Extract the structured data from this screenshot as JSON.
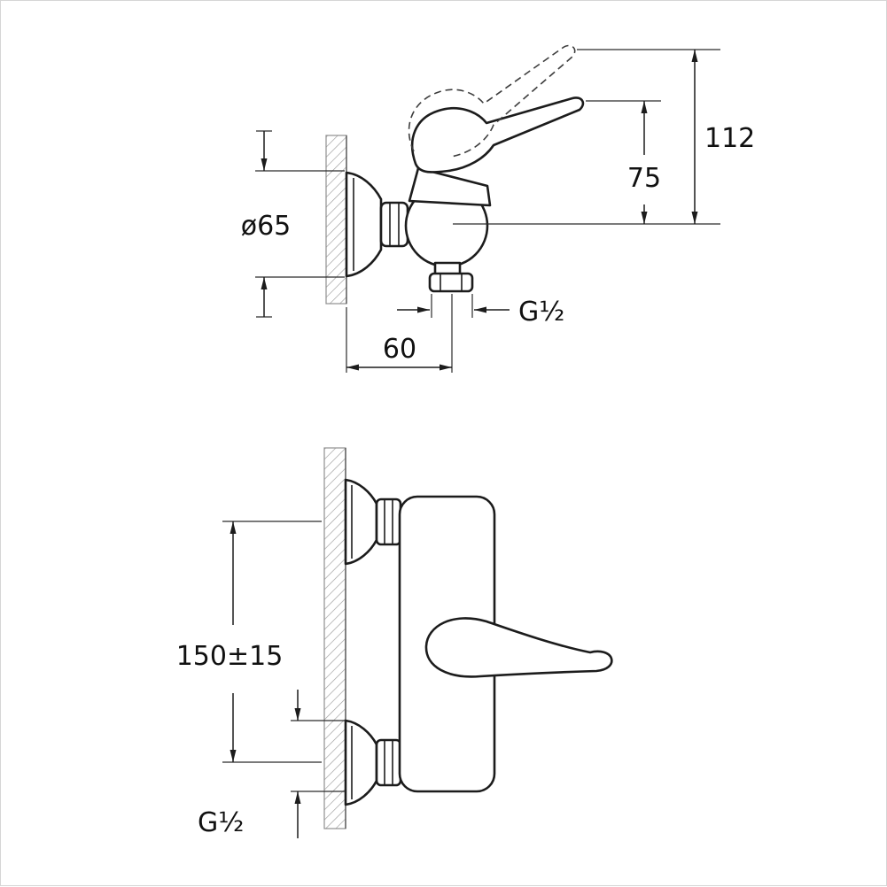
{
  "page": {
    "type": "technical-dimension-drawing",
    "subject": "wall-mounted single-lever shower mixer",
    "colors": {
      "line": "#1c1c1c",
      "hatch": "#9b9b9b",
      "background": "#ffffff"
    }
  },
  "side_view": {
    "dim_total_height": "112",
    "dim_upper_height": "75",
    "dim_escutcheon_diameter": "ø65",
    "dim_outlet_thread": "G½",
    "dim_wall_to_outlet": "60"
  },
  "front_view": {
    "dim_connection_distance": "150±15",
    "dim_connection_thread": "G½"
  }
}
